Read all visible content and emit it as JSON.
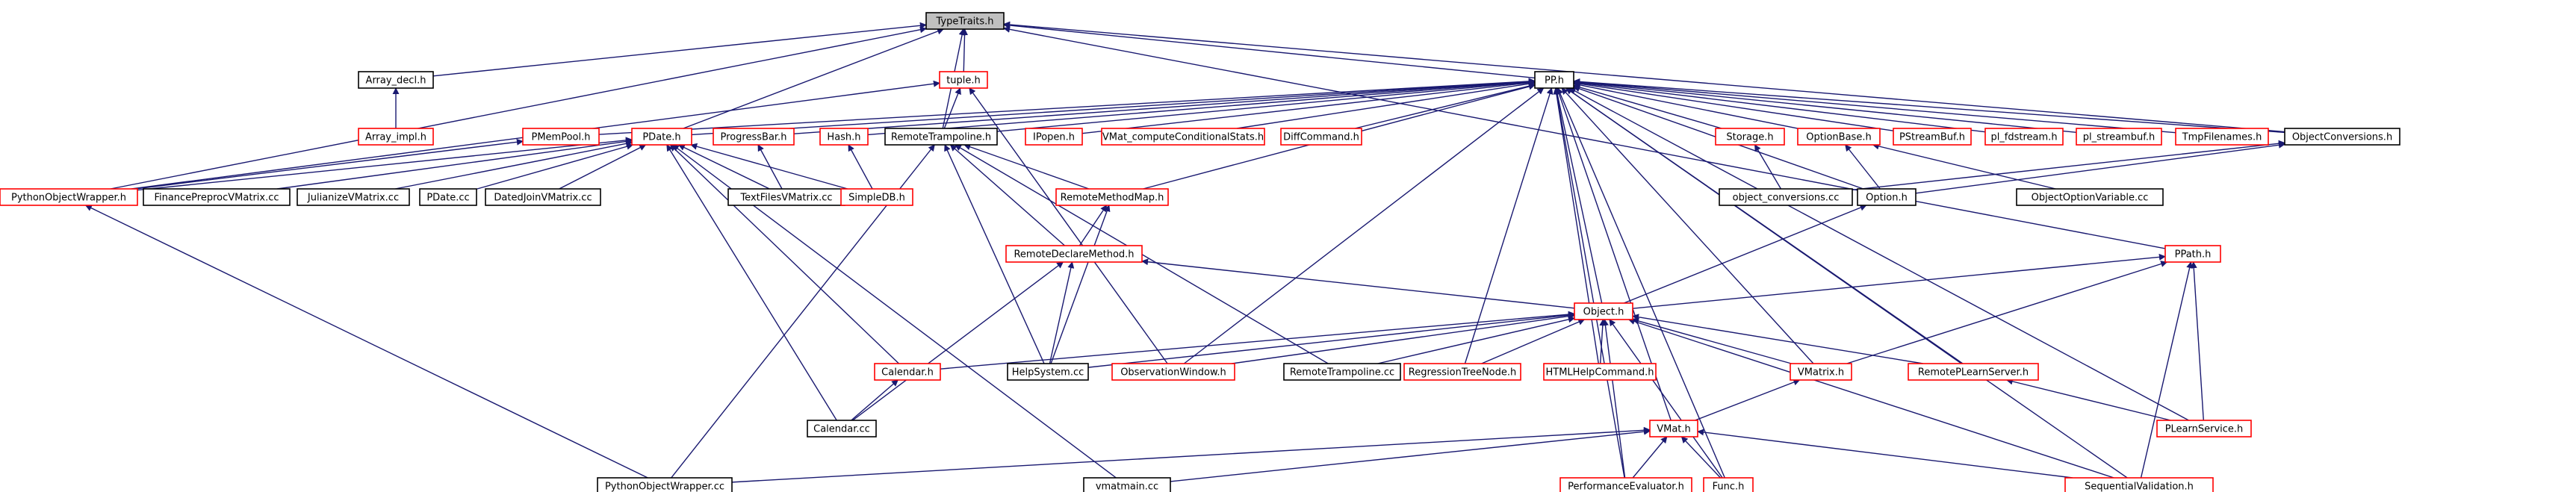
{
  "diagram": {
    "colors": {
      "edge": "#191970",
      "documented_border": "#000000",
      "undocumented_border": "#ff0000",
      "root_fill": "#c0c0c0"
    },
    "nodes": [
      {
        "id": "typetraits",
        "label": "TypeTraits.h",
        "style": "root"
      },
      {
        "id": "arraydecl",
        "label": "Array_decl.h",
        "style": "black"
      },
      {
        "id": "arrayimpl",
        "label": "Array_impl.h",
        "style": "red"
      },
      {
        "id": "tuple",
        "label": "tuple.h",
        "style": "red"
      },
      {
        "id": "pp",
        "label": "PP.h",
        "style": "black"
      },
      {
        "id": "pmempool",
        "label": "PMemPool.h",
        "style": "red"
      },
      {
        "id": "pdate",
        "label": "PDate.h",
        "style": "red"
      },
      {
        "id": "progressbar",
        "label": "ProgressBar.h",
        "style": "red"
      },
      {
        "id": "hash",
        "label": "Hash.h",
        "style": "red"
      },
      {
        "id": "remotetramph",
        "label": "RemoteTrampoline.h",
        "style": "black"
      },
      {
        "id": "ipopen",
        "label": "IPopen.h",
        "style": "red"
      },
      {
        "id": "vmatcond",
        "label": "VMat_computeConditionalStats.h",
        "style": "red"
      },
      {
        "id": "diffcmd",
        "label": "DiffCommand.h",
        "style": "red"
      },
      {
        "id": "storage",
        "label": "Storage.h",
        "style": "red"
      },
      {
        "id": "optionbase",
        "label": "OptionBase.h",
        "style": "red"
      },
      {
        "id": "pstreambuf",
        "label": "PStreamBuf.h",
        "style": "red"
      },
      {
        "id": "pl_fdstream",
        "label": "pl_fdstream.h",
        "style": "red"
      },
      {
        "id": "pl_streambuf",
        "label": "pl_streambuf.h",
        "style": "red"
      },
      {
        "id": "tmpfilenames",
        "label": "TmpFilenames.h",
        "style": "red"
      },
      {
        "id": "objconvh",
        "label": "ObjectConversions.h",
        "style": "black"
      },
      {
        "id": "pythonowh",
        "label": "PythonObjectWrapper.h",
        "style": "red"
      },
      {
        "id": "financevm",
        "label": "FinancePreprocVMatrix.cc",
        "style": "black"
      },
      {
        "id": "julianize",
        "label": "JulianizeVMatrix.cc",
        "style": "black"
      },
      {
        "id": "pdatecc",
        "label": "PDate.cc",
        "style": "black"
      },
      {
        "id": "datedjoin",
        "label": "DatedJoinVMatrix.cc",
        "style": "black"
      },
      {
        "id": "textfiles",
        "label": "TextFilesVMatrix.cc",
        "style": "black"
      },
      {
        "id": "simpledb",
        "label": "SimpleDB.h",
        "style": "red"
      },
      {
        "id": "remotemethodmap",
        "label": "RemoteMethodMap.h",
        "style": "red"
      },
      {
        "id": "objconvcc",
        "label": "object_conversions.cc",
        "style": "black"
      },
      {
        "id": "option",
        "label": "Option.h",
        "style": "black"
      },
      {
        "id": "objoptvar",
        "label": "ObjectOptionVariable.cc",
        "style": "black"
      },
      {
        "id": "remotedeclare",
        "label": "RemoteDeclareMethod.h",
        "style": "red"
      },
      {
        "id": "ppath",
        "label": "PPath.h",
        "style": "red"
      },
      {
        "id": "object",
        "label": "Object.h",
        "style": "red"
      },
      {
        "id": "calendarh",
        "label": "Calendar.h",
        "style": "red"
      },
      {
        "id": "helpsystem",
        "label": "HelpSystem.cc",
        "style": "black"
      },
      {
        "id": "obswindow",
        "label": "ObservationWindow.h",
        "style": "red"
      },
      {
        "id": "remotetrampcc",
        "label": "RemoteTrampoline.cc",
        "style": "black"
      },
      {
        "id": "regtree",
        "label": "RegressionTreeNode.h",
        "style": "red"
      },
      {
        "id": "htmlhelp",
        "label": "HTMLHelpCommand.h",
        "style": "red"
      },
      {
        "id": "vmatrix",
        "label": "VMatrix.h",
        "style": "red"
      },
      {
        "id": "remoteplearn",
        "label": "RemotePLearnServer.h",
        "style": "red"
      },
      {
        "id": "calendarcc",
        "label": "Calendar.cc",
        "style": "black"
      },
      {
        "id": "vmath",
        "label": "VMat.h",
        "style": "red"
      },
      {
        "id": "plearnservice",
        "label": "PLearnService.h",
        "style": "red"
      },
      {
        "id": "pythonowcc",
        "label": "PythonObjectWrapper.cc",
        "style": "black"
      },
      {
        "id": "vmatmain",
        "label": "vmatmain.cc",
        "style": "black"
      },
      {
        "id": "perfeval",
        "label": "PerformanceEvaluator.h",
        "style": "red"
      },
      {
        "id": "func",
        "label": "Func.h",
        "style": "red"
      },
      {
        "id": "seqval",
        "label": "SequentialValidation.h",
        "style": "red"
      }
    ]
  }
}
